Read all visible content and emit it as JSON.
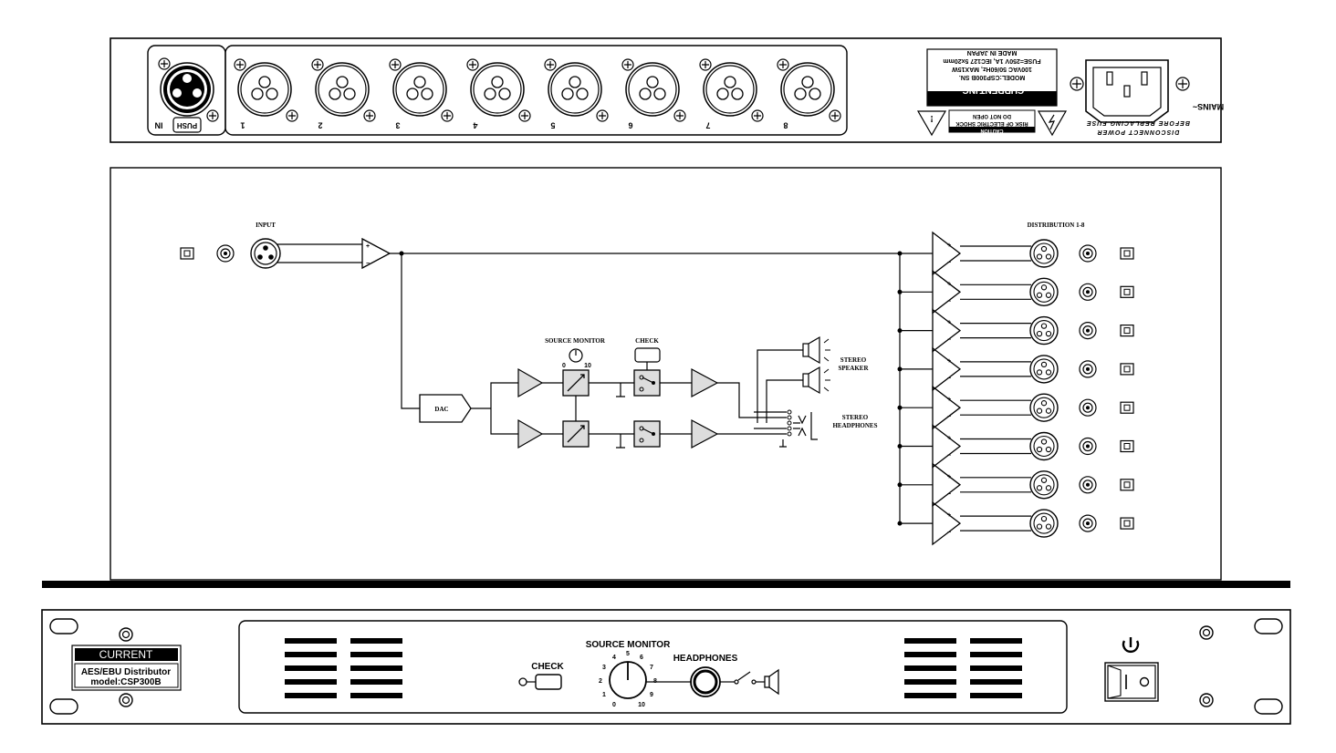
{
  "rear_panel": {
    "input_label": "IN",
    "push_label": "PUSH",
    "output_numbers": [
      "1",
      "2",
      "3",
      "4",
      "5",
      "6",
      "7",
      "8"
    ],
    "label_block": {
      "company": "CURRENT,INC.",
      "model": "MODEL:CSP300B SN.",
      "power": "100VAC 50/60Hz, MAX15W",
      "fuse": "FUSE=250V 1A, IEC127 5x20mm",
      "origin": "MADE IN JAPAN"
    },
    "caution": {
      "title": "CAUTION",
      "line1": "RISK OF ELECTRIC SHOCK",
      "line2": "DO NOT OPEN"
    },
    "mains_label": "MAINS~",
    "disconnect_line1": "DISCONNECT POWER",
    "disconnect_line2": "BEFORE REPLACING FUSE"
  },
  "diagram": {
    "input_label": "INPUT",
    "distribution_label": "DISTRIBUTION 1-8",
    "dac_label": "DAC",
    "source_monitor_label": "SOURCE MONITOR",
    "knob_min": "0",
    "knob_max": "10",
    "check_label": "CHECK",
    "stereo_speaker_line1": "STEREO",
    "stereo_speaker_line2": "SPEAKER",
    "stereo_headphones_line1": "STEREO",
    "stereo_headphones_line2": "HEADPHONES"
  },
  "front_panel": {
    "brand": "CURRENT",
    "product_line1": "AES/EBU Distributor",
    "product_line2": "model:CSP300B",
    "check_label": "CHECK",
    "source_monitor_label": "SOURCE MONITOR",
    "headphones_label": "HEADPHONES",
    "dial_numbers": [
      "0",
      "1",
      "2",
      "3",
      "4",
      "5",
      "6",
      "7",
      "8",
      "9",
      "10"
    ],
    "power_icon": "power-icon"
  }
}
